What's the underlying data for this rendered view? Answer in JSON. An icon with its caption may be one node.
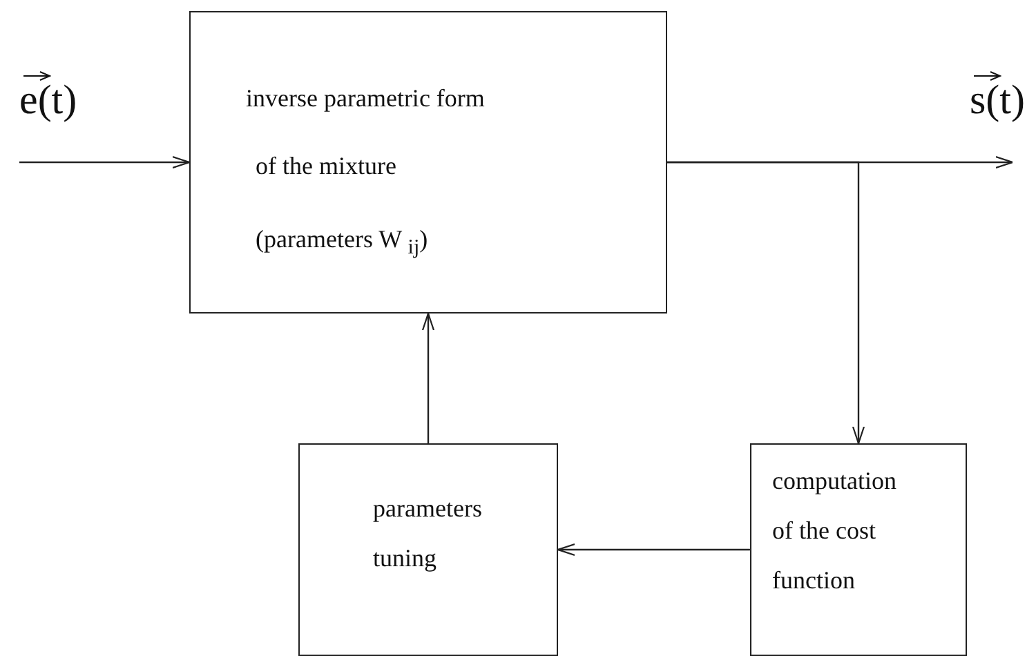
{
  "diagram": {
    "nodes": [
      {
        "text": [
          "inverse parametric form",
          "of the mixture",
          "(parameters W $_{ij}$)"
        ]
      },
      {
        "text": [
          "parameters tuning"
        ]
      },
      {
        "text": [
          "computation of the cost function"
        ]
      }
    ],
    "edges": [
      {
        "from": null,
        "to": 0,
        "arrow": "to",
        "label": "e(t)"
      },
      {
        "from": 0,
        "to": null,
        "arrow": "to",
        "label": "s(t)"
      },
      {
        "from": 0,
        "to": 2,
        "arrow": "to"
      },
      {
        "from": 2,
        "to": 1,
        "arrow": "to"
      },
      {
        "from": 1,
        "to": 0,
        "arrow": "to"
      }
    ]
  }
}
